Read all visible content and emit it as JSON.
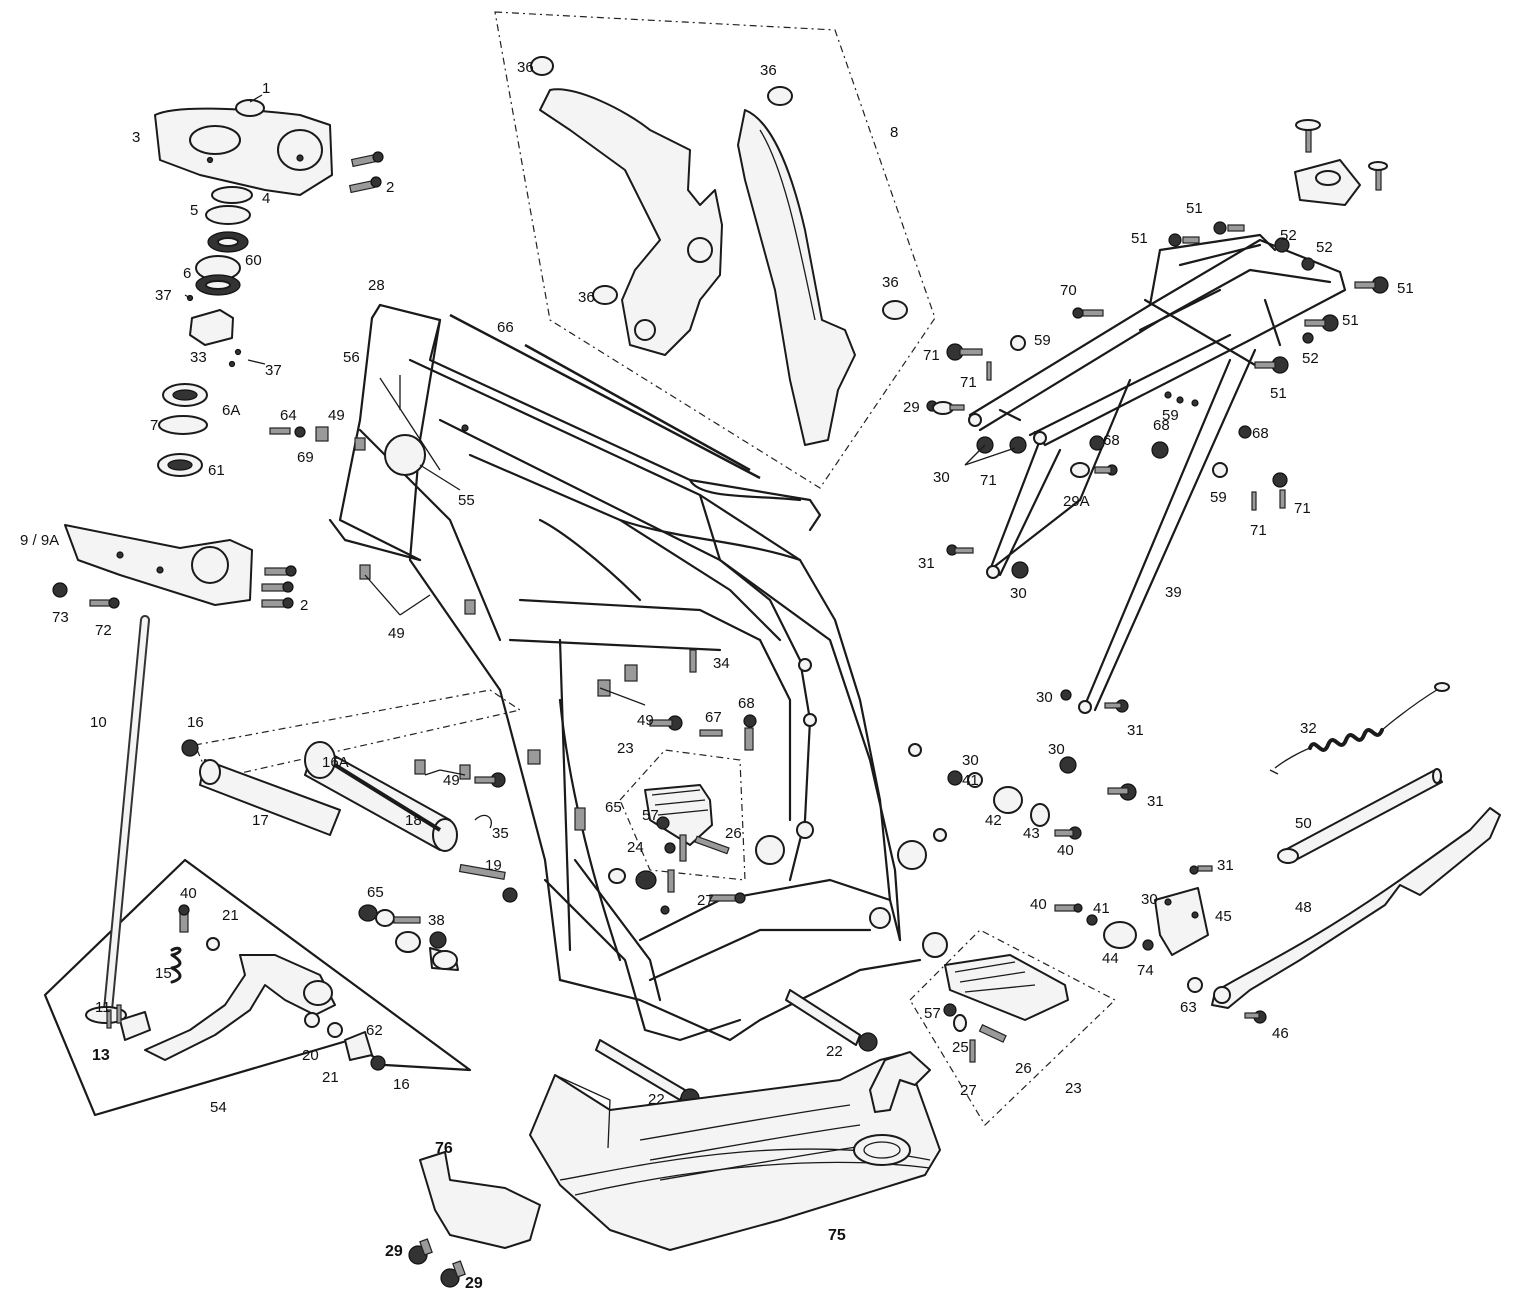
{
  "diagram": {
    "labels": [
      {
        "id": "l1",
        "text": "1",
        "bold": false
      },
      {
        "id": "l2a",
        "text": "2",
        "bold": false
      },
      {
        "id": "l3",
        "text": "3",
        "bold": false
      },
      {
        "id": "l4",
        "text": "4",
        "bold": false
      },
      {
        "id": "l5",
        "text": "5",
        "bold": false
      },
      {
        "id": "l60",
        "text": "60",
        "bold": false
      },
      {
        "id": "l6",
        "text": "6",
        "bold": false
      },
      {
        "id": "l37a",
        "text": "37",
        "bold": false
      },
      {
        "id": "l33",
        "text": "33",
        "bold": false
      },
      {
        "id": "l37b",
        "text": "37",
        "bold": false
      },
      {
        "id": "l6a",
        "text": "6A",
        "bold": false
      },
      {
        "id": "l7",
        "text": "7",
        "bold": false
      },
      {
        "id": "l61",
        "text": "61",
        "bold": false
      },
      {
        "id": "l9",
        "text": "9 / 9A",
        "bold": false
      },
      {
        "id": "l2b",
        "text": "2",
        "bold": false
      },
      {
        "id": "l73",
        "text": "73",
        "bold": false
      },
      {
        "id": "l72",
        "text": "72",
        "bold": false
      },
      {
        "id": "l10",
        "text": "10",
        "bold": false
      },
      {
        "id": "l28",
        "text": "28",
        "bold": false
      },
      {
        "id": "l66",
        "text": "66",
        "bold": false
      },
      {
        "id": "l56",
        "text": "56",
        "bold": false
      },
      {
        "id": "l64",
        "text": "64",
        "bold": false
      },
      {
        "id": "l49a",
        "text": "49",
        "bold": false
      },
      {
        "id": "l69",
        "text": "69",
        "bold": false
      },
      {
        "id": "l55",
        "text": "55",
        "bold": false
      },
      {
        "id": "l49b",
        "text": "49",
        "bold": false
      },
      {
        "id": "l36a",
        "text": "36",
        "bold": false
      },
      {
        "id": "l36b",
        "text": "36",
        "bold": false
      },
      {
        "id": "l8",
        "text": "8",
        "bold": false
      },
      {
        "id": "l36c",
        "text": "36",
        "bold": false
      },
      {
        "id": "l36d",
        "text": "36",
        "bold": false
      },
      {
        "id": "l16a",
        "text": "16",
        "bold": false
      },
      {
        "id": "l16A",
        "text": "16A",
        "bold": false
      },
      {
        "id": "l17",
        "text": "17",
        "bold": false
      },
      {
        "id": "l18",
        "text": "18",
        "bold": false
      },
      {
        "id": "l49c",
        "text": "49",
        "bold": false
      },
      {
        "id": "l35",
        "text": "35",
        "bold": false
      },
      {
        "id": "l19",
        "text": "19",
        "bold": false
      },
      {
        "id": "l65a",
        "text": "65",
        "bold": false
      },
      {
        "id": "l38",
        "text": "38",
        "bold": false
      },
      {
        "id": "l34",
        "text": "34",
        "bold": false
      },
      {
        "id": "l49d",
        "text": "49",
        "bold": false
      },
      {
        "id": "l67",
        "text": "67",
        "bold": false
      },
      {
        "id": "l68a",
        "text": "68",
        "bold": false
      },
      {
        "id": "l23a",
        "text": "23",
        "bold": false
      },
      {
        "id": "l65b",
        "text": "65",
        "bold": false
      },
      {
        "id": "l57a",
        "text": "57",
        "bold": false
      },
      {
        "id": "l26a",
        "text": "26",
        "bold": false
      },
      {
        "id": "l24",
        "text": "24",
        "bold": false
      },
      {
        "id": "l27a",
        "text": "27",
        "bold": false
      },
      {
        "id": "l40a",
        "text": "40",
        "bold": false
      },
      {
        "id": "l21a",
        "text": "21",
        "bold": false
      },
      {
        "id": "l15",
        "text": "15",
        "bold": false
      },
      {
        "id": "l11",
        "text": "11",
        "bold": false
      },
      {
        "id": "l13",
        "text": "13",
        "bold": true
      },
      {
        "id": "l20",
        "text": "20",
        "bold": false
      },
      {
        "id": "l21b",
        "text": "21",
        "bold": false
      },
      {
        "id": "l62",
        "text": "62",
        "bold": false
      },
      {
        "id": "l16b",
        "text": "16",
        "bold": false
      },
      {
        "id": "l54",
        "text": "54",
        "bold": false
      },
      {
        "id": "l22a",
        "text": "22",
        "bold": false
      },
      {
        "id": "l22b",
        "text": "22",
        "bold": false
      },
      {
        "id": "l76",
        "text": "76",
        "bold": true
      },
      {
        "id": "l29a",
        "text": "29",
        "bold": true
      },
      {
        "id": "l29b",
        "text": "29",
        "bold": true
      },
      {
        "id": "l75",
        "text": "75",
        "bold": true
      },
      {
        "id": "l51a",
        "text": "51",
        "bold": false
      },
      {
        "id": "l51b",
        "text": "51",
        "bold": false
      },
      {
        "id": "l52a",
        "text": "52",
        "bold": false
      },
      {
        "id": "l52b",
        "text": "52",
        "bold": false
      },
      {
        "id": "l51c",
        "text": "51",
        "bold": false
      },
      {
        "id": "l70",
        "text": "70",
        "bold": false
      },
      {
        "id": "l51d",
        "text": "51",
        "bold": false
      },
      {
        "id": "l71a",
        "text": "71",
        "bold": false
      },
      {
        "id": "l59a",
        "text": "59",
        "bold": false
      },
      {
        "id": "l52c",
        "text": "52",
        "bold": false
      },
      {
        "id": "l71b",
        "text": "71",
        "bold": false
      },
      {
        "id": "l51e",
        "text": "51",
        "bold": false
      },
      {
        "id": "l29c",
        "text": "29",
        "bold": false
      },
      {
        "id": "l59b",
        "text": "59",
        "bold": false
      },
      {
        "id": "l68b",
        "text": "68",
        "bold": false
      },
      {
        "id": "l68c",
        "text": "68",
        "bold": false
      },
      {
        "id": "l68d",
        "text": "68",
        "bold": false
      },
      {
        "id": "l30a",
        "text": "30",
        "bold": false
      },
      {
        "id": "l71c",
        "text": "71",
        "bold": false
      },
      {
        "id": "l29A",
        "text": "29A",
        "bold": false
      },
      {
        "id": "l59c",
        "text": "59",
        "bold": false
      },
      {
        "id": "l71d",
        "text": "71",
        "bold": false
      },
      {
        "id": "l71e",
        "text": "71",
        "bold": false
      },
      {
        "id": "l31a",
        "text": "31",
        "bold": false
      },
      {
        "id": "l30b",
        "text": "30",
        "bold": false
      },
      {
        "id": "l39",
        "text": "39",
        "bold": false
      },
      {
        "id": "l30c",
        "text": "30",
        "bold": false
      },
      {
        "id": "l31b",
        "text": "31",
        "bold": false
      },
      {
        "id": "l32",
        "text": "32",
        "bold": false
      },
      {
        "id": "l30d",
        "text": "30",
        "bold": false
      },
      {
        "id": "l30e",
        "text": "30",
        "bold": false
      },
      {
        "id": "l41a",
        "text": "41",
        "bold": false
      },
      {
        "id": "l42",
        "text": "42",
        "bold": false
      },
      {
        "id": "l43",
        "text": "43",
        "bold": false
      },
      {
        "id": "l31c",
        "text": "31",
        "bold": false
      },
      {
        "id": "l40b",
        "text": "40",
        "bold": false
      },
      {
        "id": "l50",
        "text": "50",
        "bold": false
      },
      {
        "id": "l31d",
        "text": "31",
        "bold": false
      },
      {
        "id": "l40c",
        "text": "40",
        "bold": false
      },
      {
        "id": "l41b",
        "text": "41",
        "bold": false
      },
      {
        "id": "l30f",
        "text": "30",
        "bold": false
      },
      {
        "id": "l45",
        "text": "45",
        "bold": false
      },
      {
        "id": "l48",
        "text": "48",
        "bold": false
      },
      {
        "id": "l44",
        "text": "44",
        "bold": false
      },
      {
        "id": "l74",
        "text": "74",
        "bold": false
      },
      {
        "id": "l63",
        "text": "63",
        "bold": false
      },
      {
        "id": "l46",
        "text": "46",
        "bold": false
      },
      {
        "id": "l57b",
        "text": "57",
        "bold": false
      },
      {
        "id": "l25",
        "text": "25",
        "bold": false
      },
      {
        "id": "l26b",
        "text": "26",
        "bold": false
      },
      {
        "id": "l27b",
        "text": "27",
        "bold": false
      },
      {
        "id": "l23b",
        "text": "23",
        "bold": false
      }
    ]
  }
}
